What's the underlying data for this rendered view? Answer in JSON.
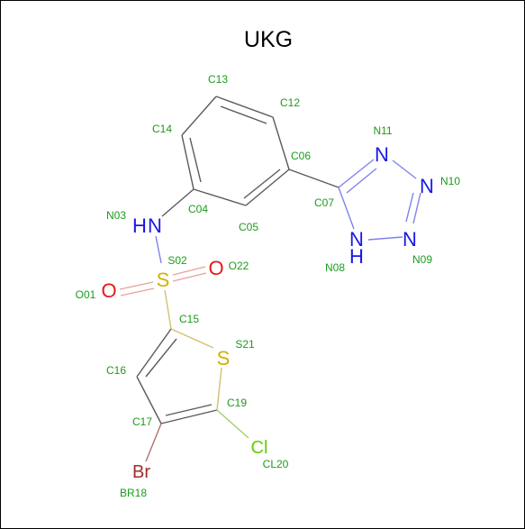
{
  "title": "UKG",
  "colors": {
    "carbon_bond": "#5a5a5a",
    "nitrogen": "#1818e8",
    "nitrogen_bond": "#8080f0",
    "oxygen": "#e81818",
    "sulfur": "#d4b000",
    "chlorine": "#66cc00",
    "bromine": "#a52a2a",
    "label": "#1c9b1c"
  },
  "atom_labels": {
    "C13": "C13",
    "C12": "C12",
    "C14": "C14",
    "C06": "C06",
    "N11": "N11",
    "N10": "N10",
    "N03": "N03",
    "C04": "C04",
    "C05": "C05",
    "C07": "C07",
    "N09": "N09",
    "N08": "N08",
    "S02": "S02",
    "O22": "O22",
    "O01": "O01",
    "C15": "C15",
    "S21": "S21",
    "C16": "C16",
    "C19": "C19",
    "C17": "C17",
    "CL20": "CL20",
    "BR18": "BR18"
  },
  "element_symbols": {
    "N11": "N",
    "N10": "N",
    "N09": "N",
    "N08_N": "N",
    "N08_H": "H",
    "N03_H": "H",
    "N03_N": "N",
    "O22": "O",
    "O01": "O",
    "S02": "S",
    "S21": "S",
    "CL20": "Cl",
    "BR18": "Br"
  }
}
